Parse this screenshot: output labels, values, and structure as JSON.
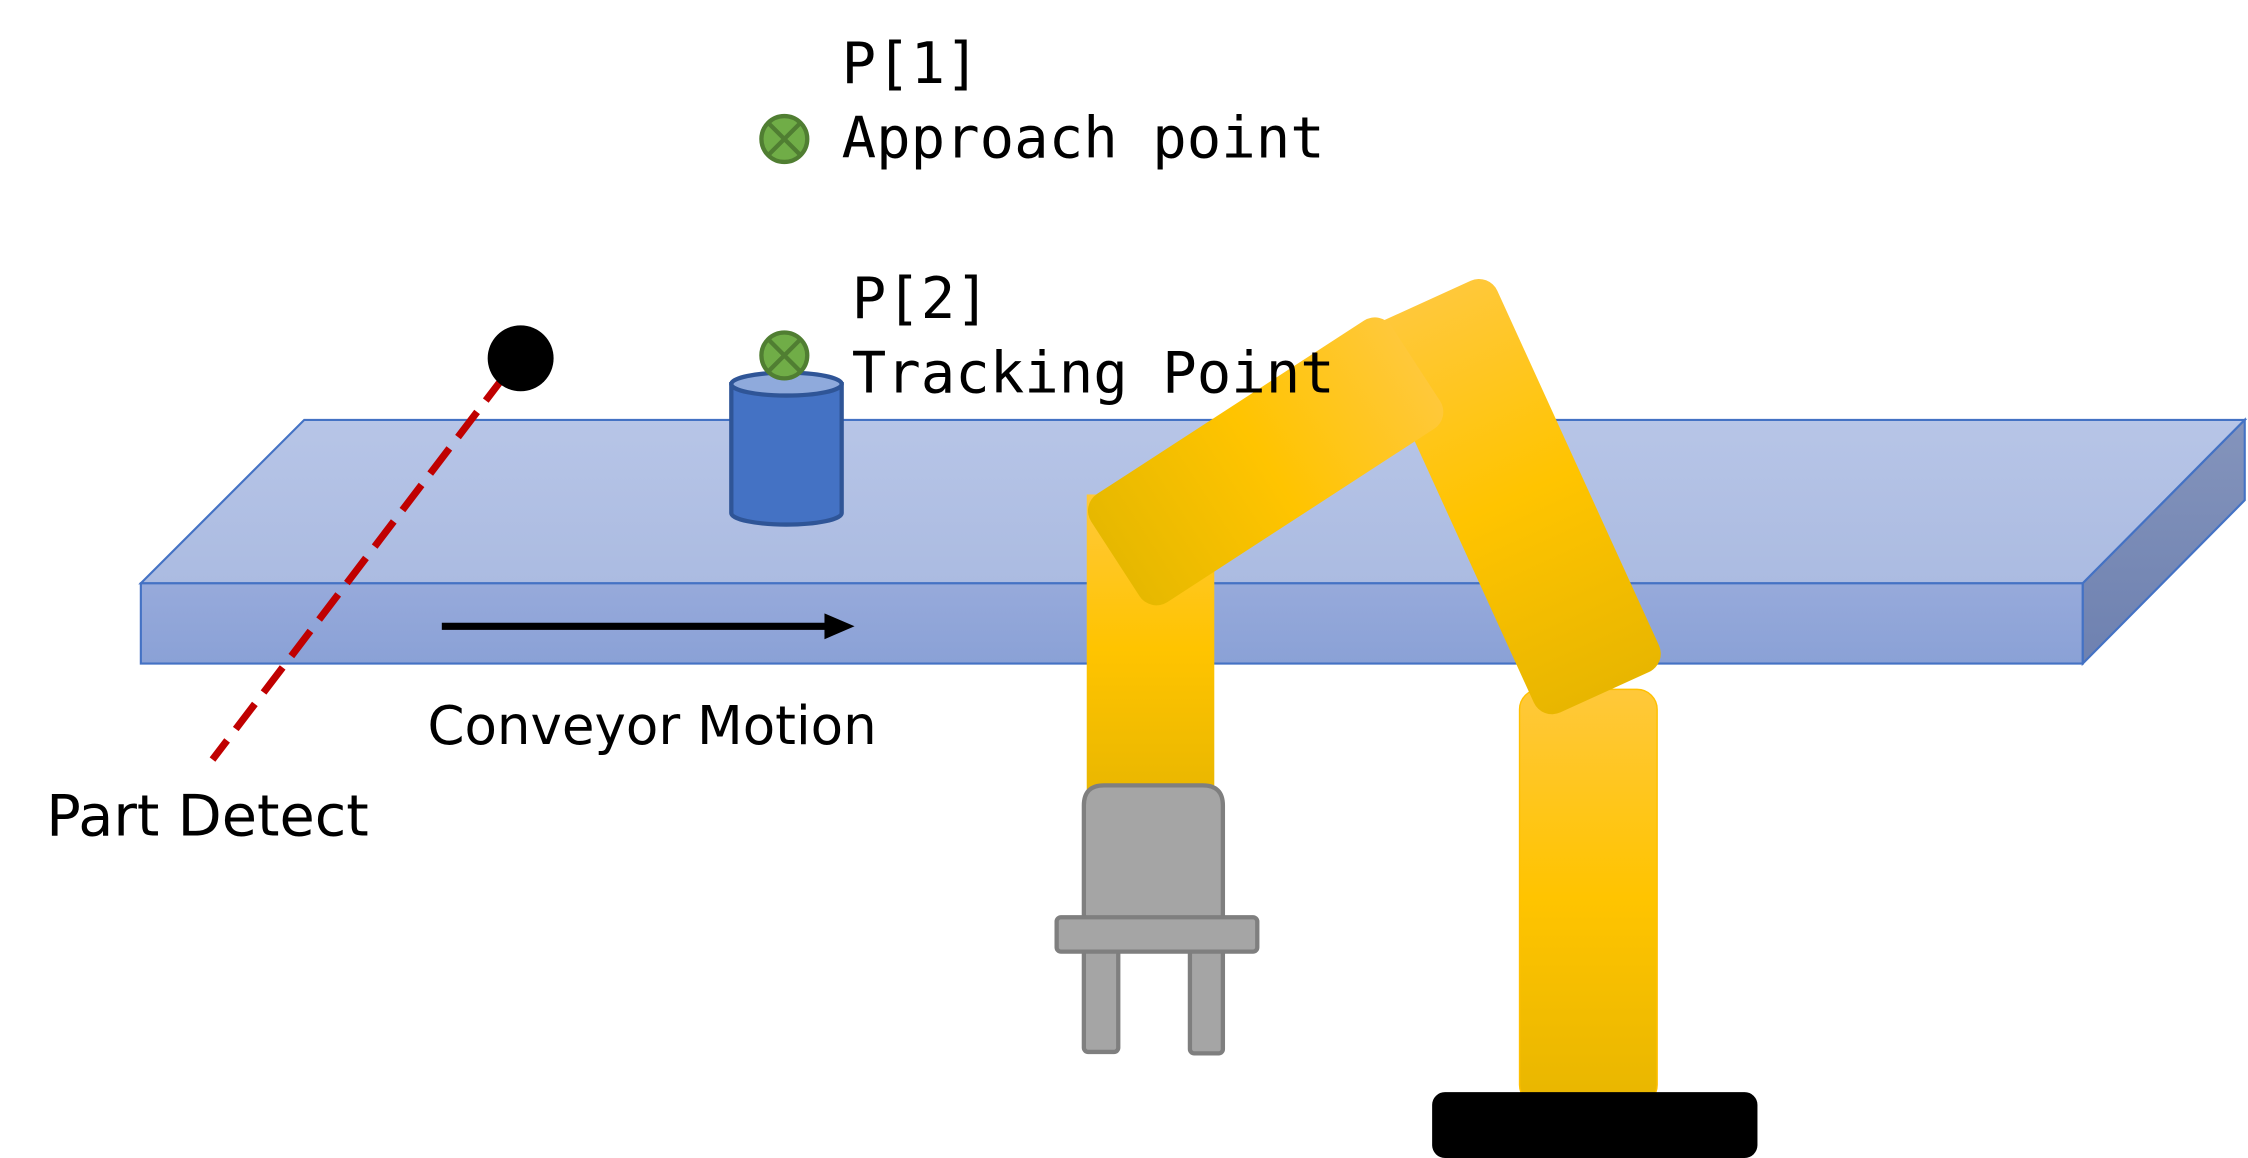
{
  "labels": {
    "p1_id": "P[1]",
    "p1_name": "Approach point",
    "p2_id": "P[2]",
    "p2_name": "Tracking Point",
    "conveyor_motion": "Conveyor Motion",
    "part_detect": "Part Detect"
  },
  "colors": {
    "conveyor_top": "#b4c3e6",
    "conveyor_front": "#8ea5d8",
    "conveyor_side": "#7286b4",
    "conveyor_stroke": "#4472c4",
    "robot_yellow": "#ffc000",
    "robot_dark": "#e6b800",
    "gripper": "#a5a5a5",
    "gripper_stroke": "#7f7f7f",
    "marker_green": "#70ad47",
    "marker_stroke": "#507e32",
    "part_blue": "#4472c4",
    "sensor_line": "#c00000"
  }
}
